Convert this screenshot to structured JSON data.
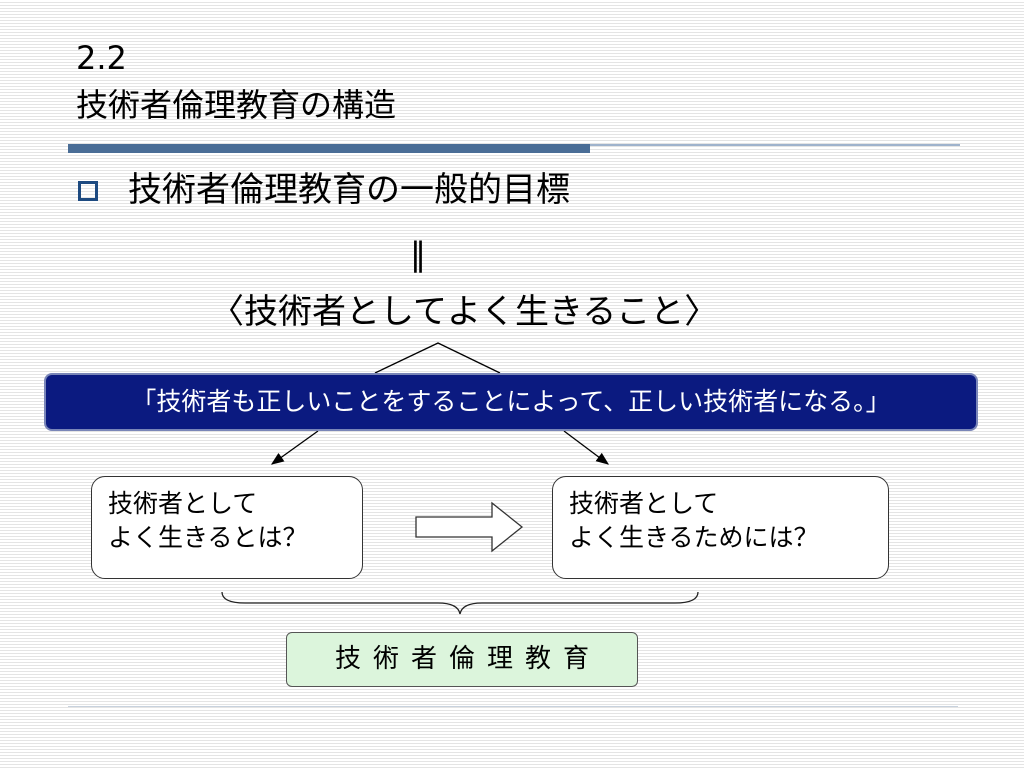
{
  "header": {
    "section_number": "2.2",
    "title": "技術者倫理教育の構造"
  },
  "bullet": {
    "text": "技術者倫理教育の一般的目標"
  },
  "equals_symbol": "‖",
  "subtitle": "〈技術者としてよく生きること〉",
  "quote": "「技術者も正しいことをすることによって、正しい技術者になる。」",
  "left_box": {
    "line1": "技術者として",
    "line2": "よく生きるとは？"
  },
  "right_box": {
    "line1": "技術者として",
    "line2": "よく生きるためには？"
  },
  "ethics_box": {
    "label": "技術者倫理教育"
  },
  "colors": {
    "quote_background": "#0b1a80",
    "ethics_background": "#dcf5dc",
    "header_rule": "#4a6d96"
  }
}
